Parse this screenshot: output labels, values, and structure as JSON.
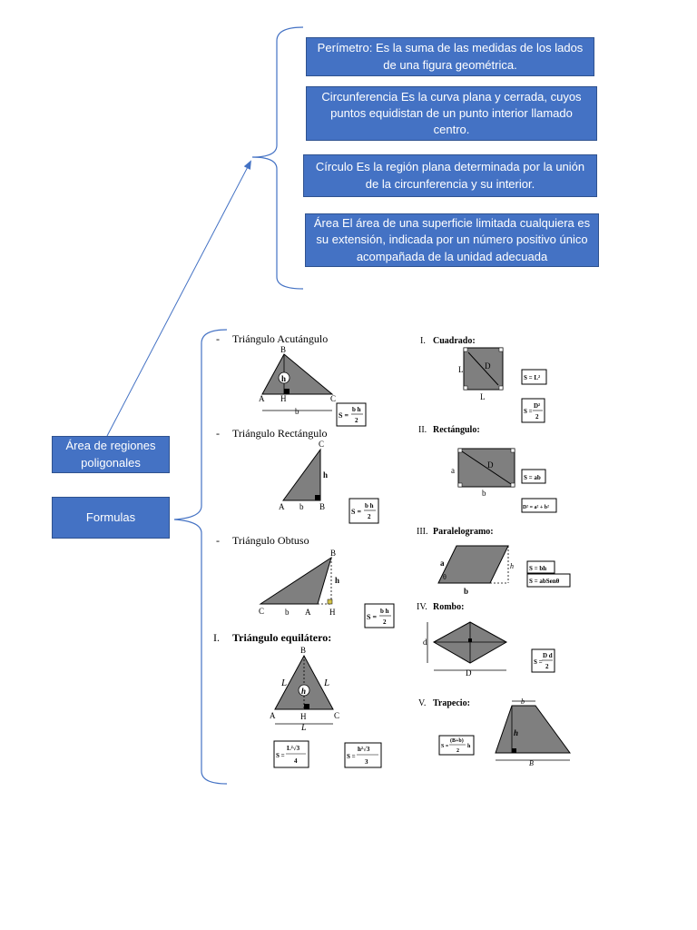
{
  "definitions": {
    "perimetro": "Perímetro: Es la suma de las medidas de los lados de una figura geométrica.",
    "circunferencia": "Circunferencia Es la curva plana y cerrada, cuyos puntos equidistan de un punto interior llamado centro.",
    "circulo": "Círculo Es la región plana determinada por la unión de la circunferencia y su interior.",
    "area": "Área  El área de una superficie limitada cualquiera es su extensión, indicada por un número positivo único acompañada de la unidad adecuada"
  },
  "main_node": "Área de regiones poligonales",
  "formulas_node": "Formulas",
  "triangles": {
    "acutangulo": {
      "title": "Triángulo Acutángulo",
      "bullet": "-"
    },
    "rectangulo": {
      "title": "Triángulo Rectángulo",
      "bullet": "-"
    },
    "obtuso": {
      "title": "Triángulo Obtuso",
      "bullet": "-"
    },
    "equilatero": {
      "title": "Triángulo equilátero:",
      "numeral": "I."
    }
  },
  "quads": {
    "cuadrado": {
      "numeral": "I.",
      "title": "Cuadrado:"
    },
    "rectangulo": {
      "numeral": "II.",
      "title": "Rectángulo:"
    },
    "paralelogramo": {
      "numeral": "III.",
      "title": "Paralelogramo:"
    },
    "rombo": {
      "numeral": "IV.",
      "title": "Rombo:"
    },
    "trapecio": {
      "numeral": "V.",
      "title": "Trapecio:"
    }
  },
  "formulas": {
    "s": "S =",
    "bh": "b h",
    "d2": "D²",
    "two": "2",
    "three": "3",
    "four": "4",
    "cuadrado_area": "S = L²",
    "rect_area": "S = ab",
    "rect_diag": "D² = a² + b²",
    "par_area": "S = bh",
    "par_area2": "S = abSenθ",
    "dd": "D d",
    "eq_num1": "L²√3",
    "eq_num2": "h²√3",
    "trap_num": "(B+b)",
    "h": "h"
  },
  "labels": {
    "A": "A",
    "B": "B",
    "C": "C",
    "H": "H",
    "a": "a",
    "b": "b",
    "c": "c",
    "h": "h",
    "L": "L",
    "D": "D",
    "d": "d",
    "theta": "θ",
    "Bbig": "B"
  }
}
